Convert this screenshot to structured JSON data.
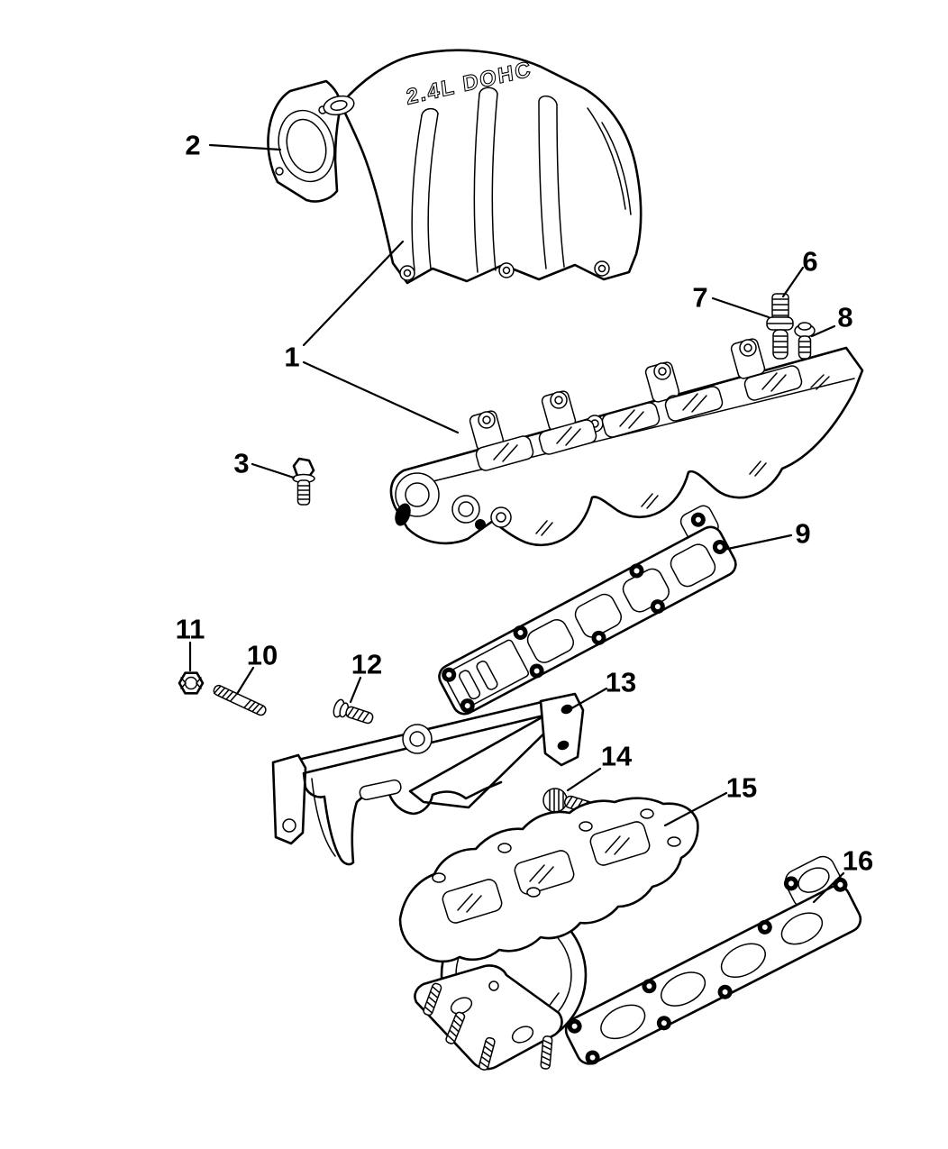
{
  "diagram": {
    "type": "exploded-parts-line-diagram",
    "subject": "engine intake and exhaust manifold assembly",
    "embossed_text": "2.4L DOHC",
    "colors": {
      "background": "#ffffff",
      "line": "#000000"
    },
    "callouts": [
      {
        "number": "1",
        "part": "lower intake manifold"
      },
      {
        "number": "2",
        "part": "upper intake manifold plenum"
      },
      {
        "number": "3",
        "part": "hex head bolt"
      },
      {
        "number": "6",
        "part": "stud (top thread)"
      },
      {
        "number": "7",
        "part": "double-ended stud"
      },
      {
        "number": "8",
        "part": "flange bolt"
      },
      {
        "number": "9",
        "part": "intake manifold gasket"
      },
      {
        "number": "10",
        "part": "stud"
      },
      {
        "number": "11",
        "part": "hex nut"
      },
      {
        "number": "12",
        "part": "screw"
      },
      {
        "number": "13",
        "part": "heat shield"
      },
      {
        "number": "14",
        "part": "bolt"
      },
      {
        "number": "15",
        "part": "exhaust manifold"
      },
      {
        "number": "16",
        "part": "exhaust manifold gasket"
      }
    ]
  }
}
